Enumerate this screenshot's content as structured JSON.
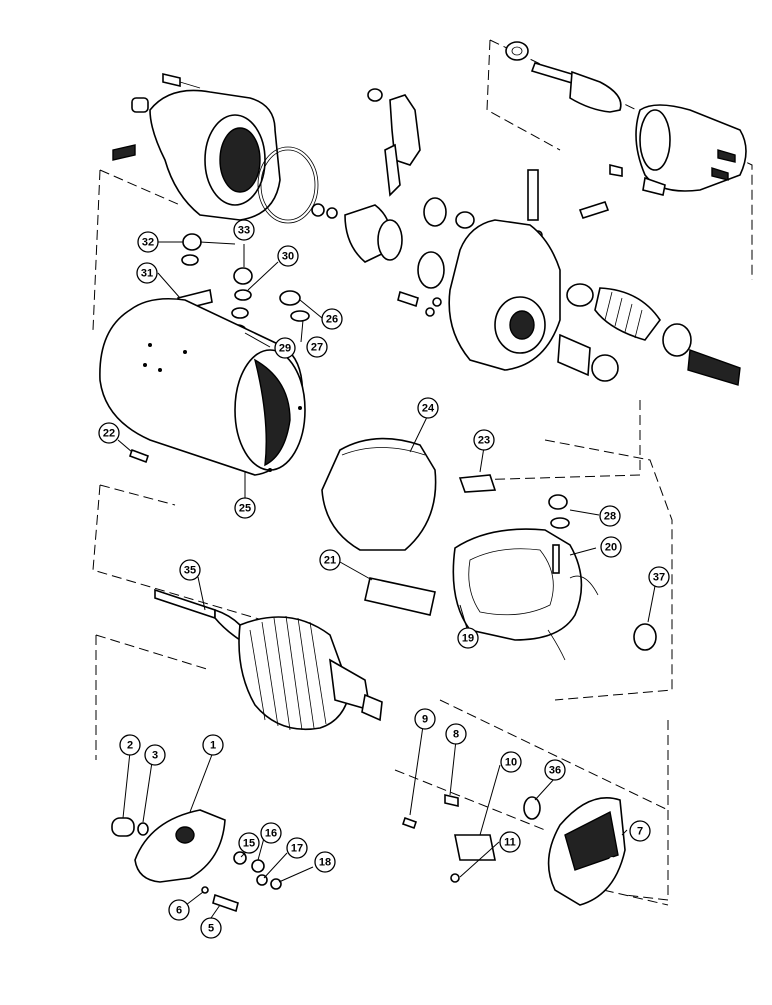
{
  "diagram": {
    "labels": [
      {
        "id": "1",
        "text": "1"
      },
      {
        "id": "2",
        "text": "2"
      },
      {
        "id": "3",
        "text": "3"
      },
      {
        "id": "5",
        "text": "5"
      },
      {
        "id": "6",
        "text": "6"
      },
      {
        "id": "7",
        "text": "7"
      },
      {
        "id": "8",
        "text": "8"
      },
      {
        "id": "9",
        "text": "9"
      },
      {
        "id": "10",
        "text": "10"
      },
      {
        "id": "11",
        "text": "11"
      },
      {
        "id": "15",
        "text": "15"
      },
      {
        "id": "16",
        "text": "16"
      },
      {
        "id": "17",
        "text": "17"
      },
      {
        "id": "18",
        "text": "18"
      },
      {
        "id": "19",
        "text": "19"
      },
      {
        "id": "20",
        "text": "20"
      },
      {
        "id": "21",
        "text": "21"
      },
      {
        "id": "22",
        "text": "22"
      },
      {
        "id": "23",
        "text": "23"
      },
      {
        "id": "24",
        "text": "24"
      },
      {
        "id": "25",
        "text": "25"
      },
      {
        "id": "26",
        "text": "26"
      },
      {
        "id": "27",
        "text": "27"
      },
      {
        "id": "28",
        "text": "28"
      },
      {
        "id": "29",
        "text": "29"
      },
      {
        "id": "30",
        "text": "30"
      },
      {
        "id": "31",
        "text": "31"
      },
      {
        "id": "32",
        "text": "32"
      },
      {
        "id": "33",
        "text": "33"
      },
      {
        "id": "35",
        "text": "35"
      },
      {
        "id": "36",
        "text": "36"
      },
      {
        "id": "37",
        "text": "37"
      }
    ]
  }
}
